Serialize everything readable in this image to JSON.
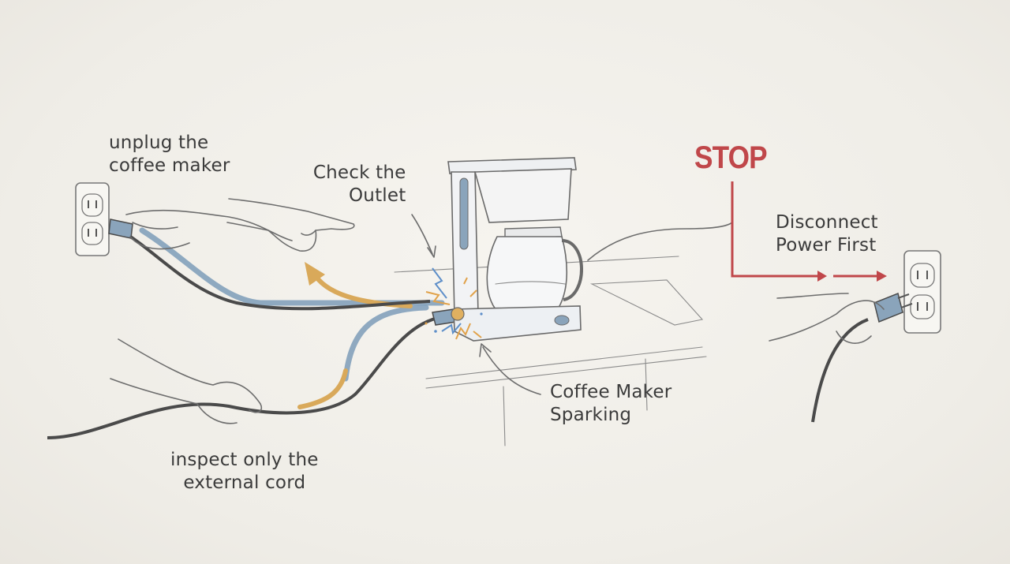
{
  "labels": {
    "unplug": [
      "unplug the",
      "coffee maker"
    ],
    "check_outlet": [
      "Check the",
      "Outlet"
    ],
    "stop": "STOP",
    "disconnect": [
      "Disconnect",
      "Power First"
    ],
    "sparking": [
      "Coffee Maker",
      "Sparking"
    ],
    "inspect": [
      "inspect only the",
      "external cord"
    ]
  },
  "colors": {
    "stop_red": "#c0474a",
    "blue_arrow": "#7d9cb8",
    "gold_arrow": "#d9a95a",
    "pencil": "#6d6d6d"
  }
}
